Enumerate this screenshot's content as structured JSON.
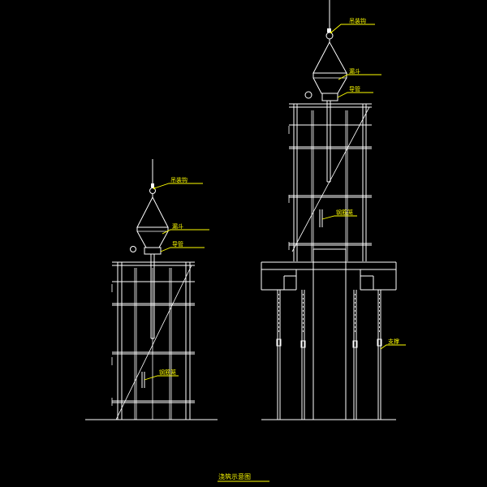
{
  "colors": {
    "background": "#000000",
    "structure": "#ffffff",
    "annotation": "#ffff00"
  },
  "labels": {
    "left_top": "吊装钩",
    "left_hopper": "漏斗",
    "left_pipe": "导管",
    "left_mid": "钢筋笼",
    "right_top": "吊装钩",
    "right_hopper": "漏斗",
    "right_pipe": "导管",
    "right_mid": "钢筋笼",
    "right_support": "支撑",
    "title": "浇筑示意图"
  }
}
